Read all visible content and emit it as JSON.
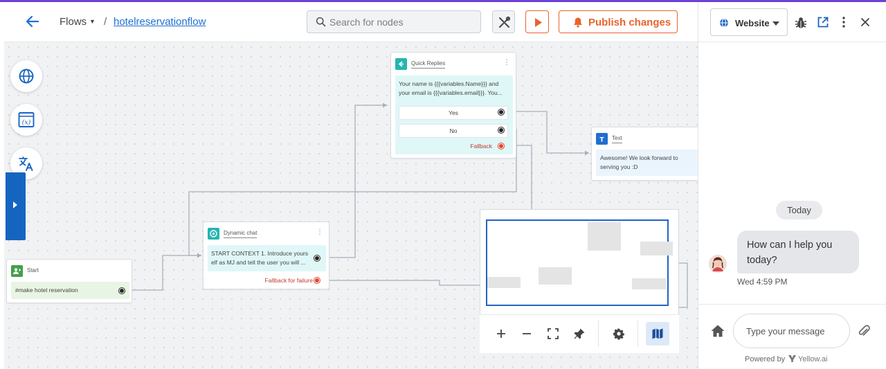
{
  "header": {
    "crumb_root": "Flows",
    "crumb_sep": "/",
    "crumb_flow": "hotelreservationflow",
    "search_placeholder": "Search for nodes",
    "publish_label": "Publish changes"
  },
  "nodes": {
    "quick_replies": {
      "title": "Quick Replies",
      "text_line1": "Your name is {{{variables.Name}}} and",
      "text_line2": "your email is {{{variables.email}}}. You...",
      "options": [
        "Yes",
        "No"
      ],
      "fallback": "Fallback"
    },
    "text_node": {
      "title": "Text",
      "text_line1": "Awesome! We look forward to",
      "text_line2": "serving you :D"
    },
    "dynamic_chat": {
      "title": "Dynamic chat",
      "text_line1": "START CONTEXT 1. Introduce yours",
      "text_line2": "elf as MJ and tell the user you will ...",
      "fallback": "Fallback for failure"
    },
    "start": {
      "title": "Start",
      "trigger": "#make hotel reservation"
    }
  },
  "panel": {
    "channel": "Website",
    "date_chip": "Today",
    "bot_message_line1": "How can I help you",
    "bot_message_line2": "today?",
    "message_time": "Wed 4:59 PM",
    "input_placeholder": "Type your message",
    "powered_by": "Powered by",
    "brand": "Yellow.ai"
  },
  "colors": {
    "accent_blue": "#1f6fd1",
    "accent_orange": "#e8642c",
    "node_body_teal": "#e0f7f7",
    "node_body_green": "#e8f5e4",
    "node_body_blue": "#eaf4fd",
    "top_strip": "#6c40d9"
  },
  "icons": {
    "back": "arrow-left-icon",
    "search": "search-icon",
    "tools": "tools-icon",
    "play": "play-icon",
    "bell": "bell-icon",
    "globe": "globe-icon",
    "variables": "variables-icon",
    "translate": "translate-icon",
    "bug": "bug-icon",
    "external": "external-link-icon",
    "more": "more-vertical-icon",
    "close": "close-icon",
    "home": "home-icon",
    "attach": "paperclip-icon"
  }
}
